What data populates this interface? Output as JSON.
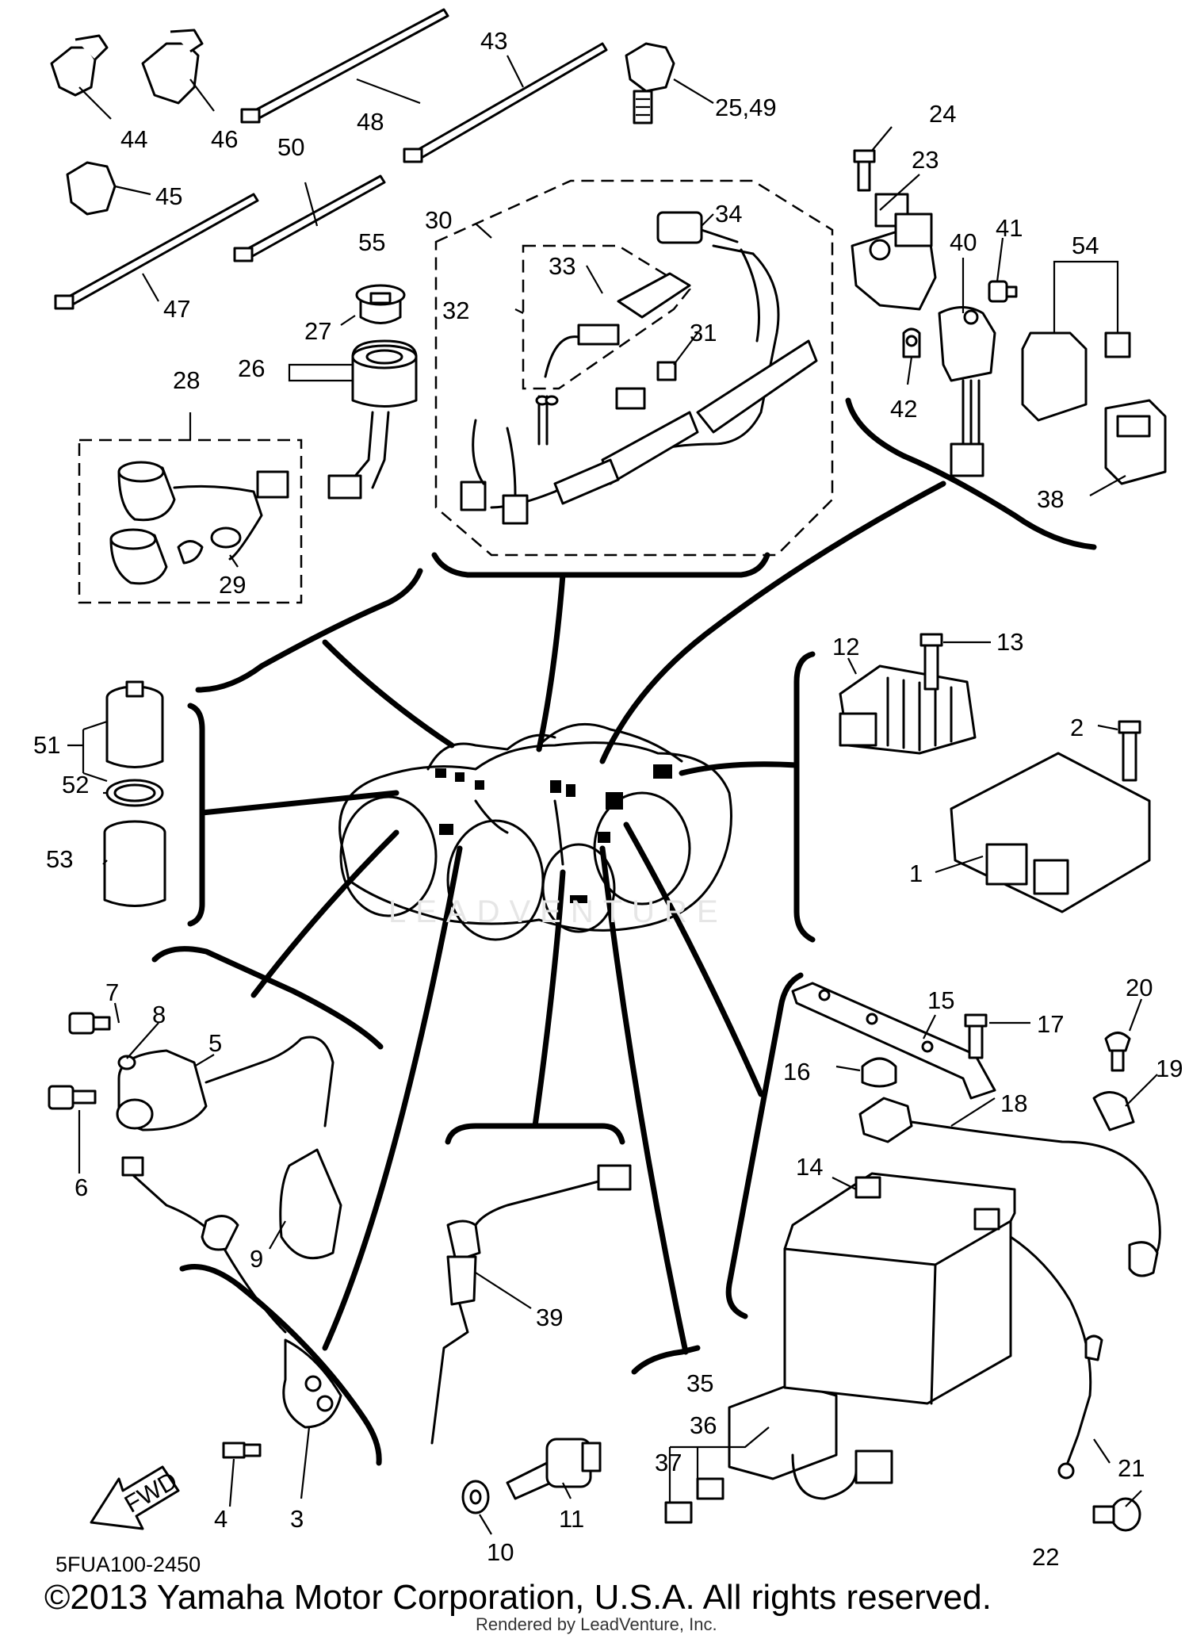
{
  "diagram_code": "5FUA100-2450",
  "copyright": "©2013 Yamaha Motor Corporation, U.S.A. All rights reserved.",
  "rendered_by": "Rendered by LeadVenture, Inc.",
  "watermark": "LEADVENTURE",
  "fwd_arrow_label": "FWD",
  "callouts": {
    "c1": "1",
    "c2": "2",
    "c3": "3",
    "c4": "4",
    "c5": "5",
    "c6": "6",
    "c7": "7",
    "c8": "8",
    "c9": "9",
    "c10": "10",
    "c11": "11",
    "c12": "12",
    "c13": "13",
    "c14": "14",
    "c15": "15",
    "c16": "16",
    "c17": "17",
    "c18": "18",
    "c19": "19",
    "c20": "20",
    "c21": "21",
    "c22": "22",
    "c23": "23",
    "c24": "24",
    "c25_49": "25,49",
    "c26": "26",
    "c27": "27",
    "c28": "28",
    "c29": "29",
    "c30": "30",
    "c31": "31",
    "c32": "32",
    "c33": "33",
    "c34": "34",
    "c35": "35",
    "c36": "36",
    "c37": "37",
    "c38": "38",
    "c39": "39",
    "c40": "40",
    "c41": "41",
    "c42": "42",
    "c43": "43",
    "c44": "44",
    "c45": "45",
    "c46": "46",
    "c47": "47",
    "c48": "48",
    "c50": "50",
    "c51": "51",
    "c52": "52",
    "c53": "53",
    "c54": "54",
    "c55": "55"
  },
  "icons": {
    "fwd": "fwd-arrow-icon",
    "vehicle": "atv-outline-icon"
  }
}
